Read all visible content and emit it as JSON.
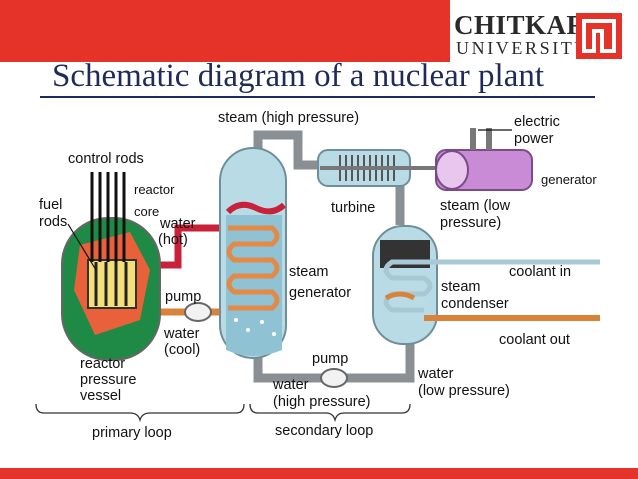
{
  "header": {
    "logo_name": "CHITKARA",
    "logo_university": "UNIVERSITY",
    "title": "Schematic diagram of a nuclear plant"
  },
  "labels": {
    "steam_high": "steam (high pressure)",
    "electric": "electric",
    "power": "power",
    "control_rods": "control rods",
    "generator": "generator",
    "reactor": "reactor",
    "core": "core",
    "fuel": "fuel",
    "rods": "rods",
    "water_hot_1": "water",
    "water_hot_2": "(hot)",
    "turbine": "turbine",
    "steam_low_1": "steam (low",
    "steam_low_2": "pressure)",
    "steam_gen_1": "steam",
    "steam_gen_2": "generator",
    "coolant_in": "coolant in",
    "pump_left": "pump",
    "water_cool_1": "water",
    "water_cool_2": "(cool)",
    "steam_cond_1": "steam",
    "steam_cond_2": "condenser",
    "coolant_out": "coolant out",
    "rpv_1": "reactor",
    "rpv_2": "pressure",
    "rpv_3": "vessel",
    "pump_bottom": "pump",
    "water_high_1": "water",
    "water_high_2": "(high pressure)",
    "water_low_1": "water",
    "water_low_2": "(low pressure)",
    "primary_loop": "primary loop",
    "secondary_loop": "secondary loop"
  },
  "colors": {
    "brand_red": "#e6332a",
    "title_blue": "#1f2a5a",
    "pipe_grey": "#8a8f93",
    "vessel_blue": "#b9dbe6",
    "hot_red": "#c8213a",
    "cool_orange": "#d9823a",
    "reactor_green": "#1f8a45",
    "generator_purple": "#c98bd6"
  }
}
